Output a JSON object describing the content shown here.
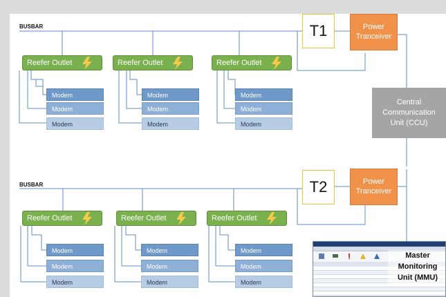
{
  "busbar_label": "BUSBAR",
  "reefer_label": "Reefer Outlet",
  "modem_label": "Modem",
  "transformers": [
    "T1",
    "T2"
  ],
  "power_transceiver": {
    "line1": "Power",
    "line2": "Tranceiver"
  },
  "ccu": {
    "line1": "Central",
    "line2": "Communication",
    "line3": "Unit (CCU)"
  },
  "mmu": {
    "line1": "Master",
    "line2": "Monitoring",
    "line3": "Unit (MMU)"
  },
  "colors": {
    "wire": "#5b8fc7",
    "reefer": "#7ab04e",
    "bolt": "#f7c948",
    "power_transceiver": "#f0924a",
    "transformer_border": "#f0c040",
    "ccu": "#a5a5a5"
  },
  "icons": [
    "lightning-bolt-icon"
  ]
}
